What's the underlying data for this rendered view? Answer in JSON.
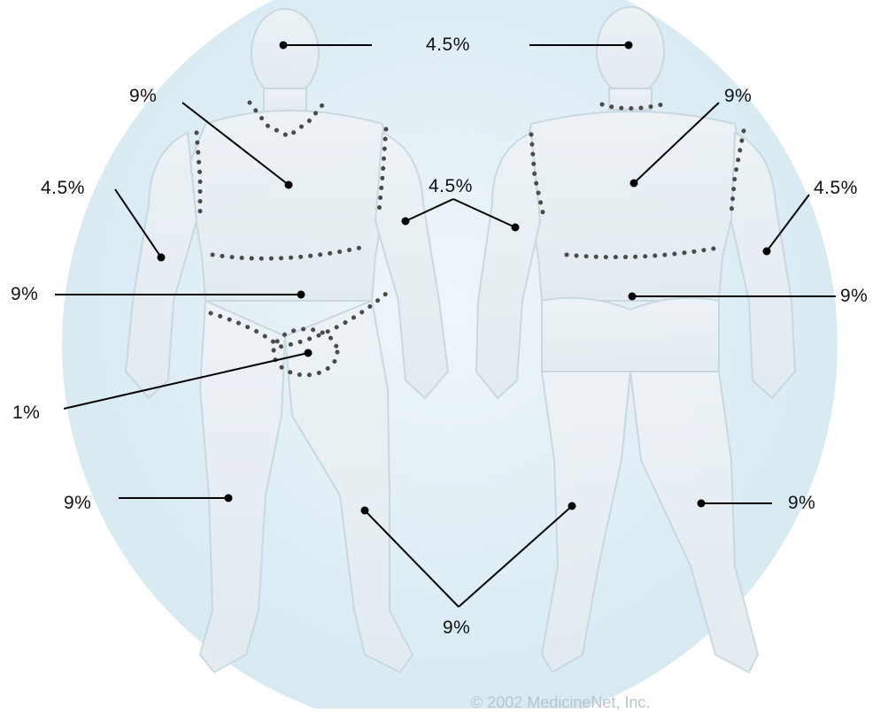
{
  "labels": {
    "head": "4.5%",
    "front_chest": "9%",
    "front_right_arm": "4.5%",
    "shared_arms": "4.5%",
    "back_upper": "9%",
    "back_left_arm": "4.5%",
    "front_abdomen": "9%",
    "back_lower": "9%",
    "genital": "1%",
    "front_thigh_left": "9%",
    "back_thigh_right": "9%",
    "lower_legs": "9%"
  },
  "credit": "© 2002 MedicineNet, Inc.",
  "colors": {
    "background_circle": "#dcedf5",
    "body_fill": "#e4eef3",
    "body_outline": "#c7d6de",
    "dotted_region": "#4a4a4a",
    "leader_line": "#000000"
  }
}
